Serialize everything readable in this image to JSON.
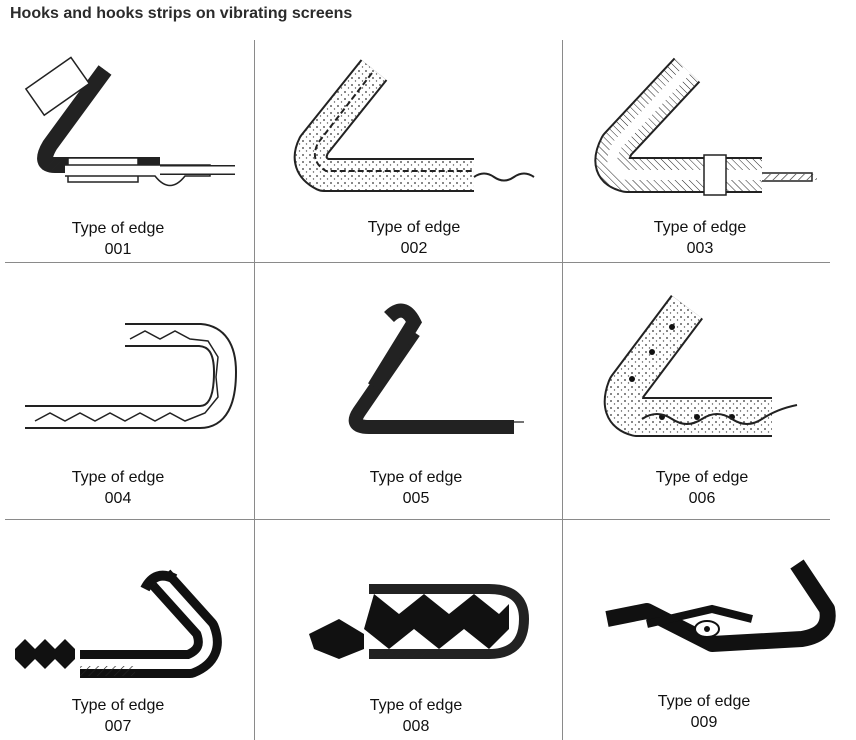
{
  "page": {
    "title": "Hooks and hooks strips on vibrating screens"
  },
  "cells": [
    {
      "label": "Type of edge",
      "code": "001"
    },
    {
      "label": "Type of edge",
      "code": "002"
    },
    {
      "label": "Type of edge",
      "code": "003"
    },
    {
      "label": "Type of edge",
      "code": "004"
    },
    {
      "label": "Type of edge",
      "code": "005"
    },
    {
      "label": "Type of edge",
      "code": "006"
    },
    {
      "label": "Type of edge",
      "code": "007"
    },
    {
      "label": "Type of edge",
      "code": "008"
    },
    {
      "label": "Type of edge",
      "code": "009"
    }
  ]
}
